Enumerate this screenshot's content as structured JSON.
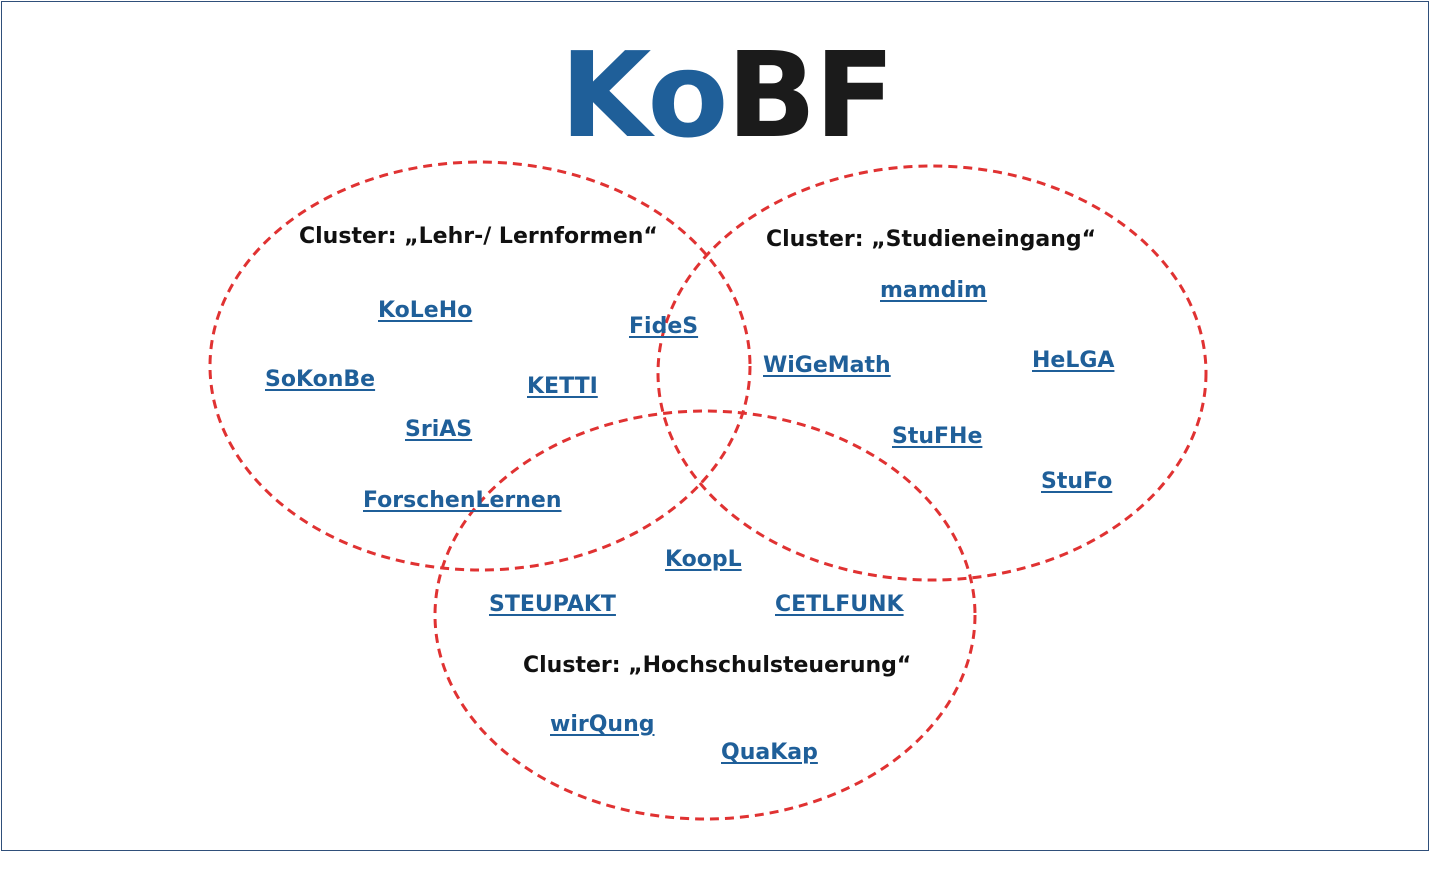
{
  "logo": {
    "part1": "Ko",
    "part2": "BF"
  },
  "clusters": {
    "lehr": "Cluster: „Lehr-/ Lernformen“",
    "studien": "Cluster: „Studieneingang“",
    "hochschul": "Cluster: „Hochschulsteuerung“"
  },
  "projects": {
    "koleho": "KoLeHo",
    "fides": "FideS",
    "sokonbe": "SoKonBe",
    "ketti": "KETTI",
    "srias": "SriAS",
    "forschenlernen": "ForschenLernen",
    "mamdim": "mamdim",
    "wigemath": "WiGeMath",
    "helga": "HeLGA",
    "stufhe": "StuFHe",
    "stufo": "StuFo",
    "koopl": "KoopL",
    "steupakt": "STEUPAKT",
    "cetlfunk": "CETLFUNK",
    "wirqung": "wirQung",
    "quakap": "QuaKap"
  },
  "colors": {
    "accent_blue": "#1f5f99",
    "dashed_red": "#e03232",
    "frame": "#2f4f7a",
    "text": "#111111"
  }
}
